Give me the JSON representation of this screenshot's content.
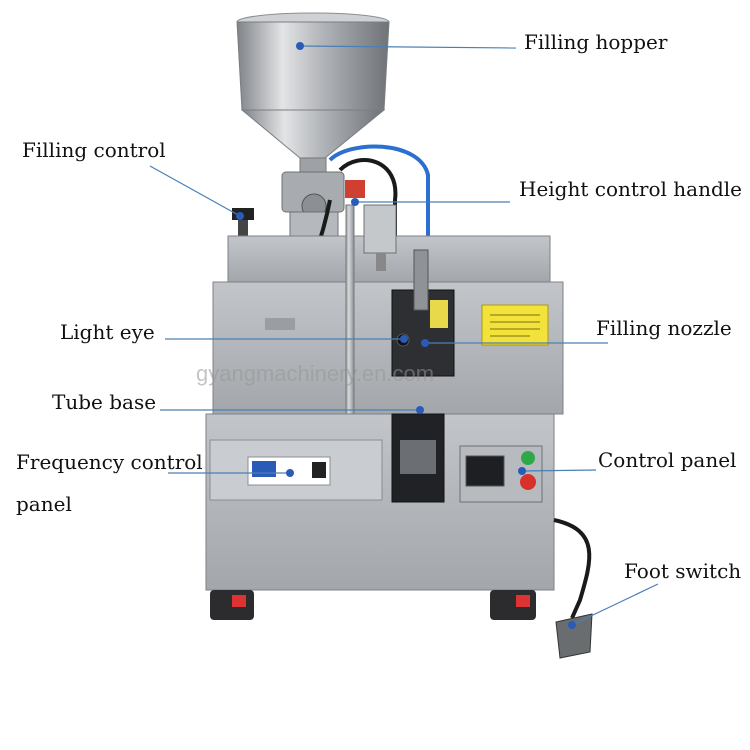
{
  "labels": {
    "filling_hopper": "Filling hopper",
    "filling_control": "Filling control",
    "height_control_handle": "Height control handle",
    "light_eye": "Light eye",
    "filling_nozzle": "Filling nozzle",
    "tube_base": "Tube base",
    "control_panel": "Control panel",
    "frequency_control_line1": "Frequency control",
    "frequency_control_line2": "panel",
    "foot_switch": "Foot switch"
  },
  "watermark": "gyangmachinery.en.com",
  "colors": {
    "leader_line": "#4a7fb5",
    "steel": "#b9bcc0",
    "steel_dark": "#8d9196",
    "panel_dark": "#3a3c40",
    "warning_label": "#f3e23a"
  }
}
